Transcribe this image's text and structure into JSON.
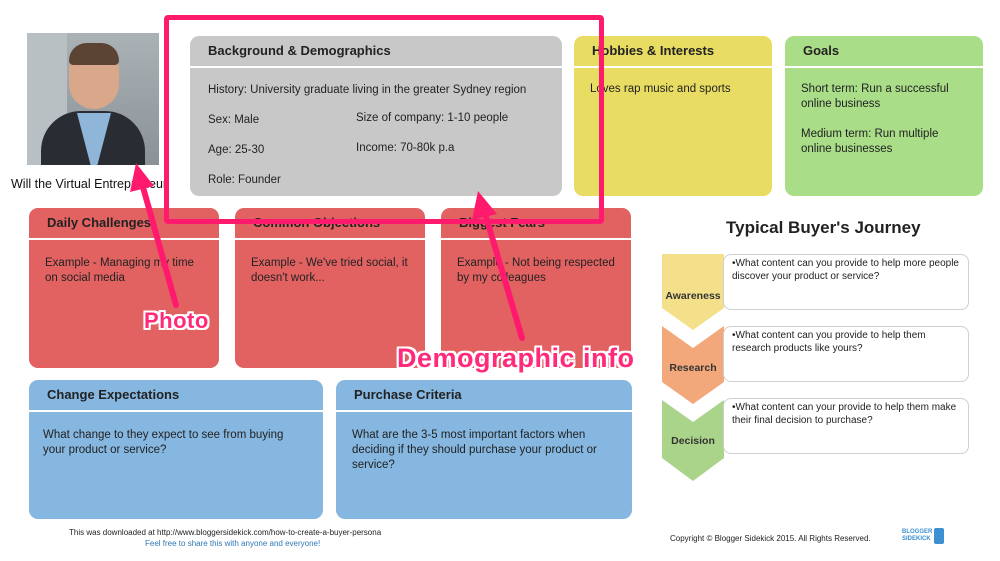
{
  "persona": {
    "name": "Will the Virtual Entrepreneur"
  },
  "background": {
    "title": "Background & Demographics",
    "history": "History: University graduate living in the greater Sydney region",
    "sex": "Sex: Male",
    "company_size": "Size of company: 1-10 people",
    "age": "Age: 25-30",
    "income": "Income: 70-80k p.a",
    "role": "Role: Founder"
  },
  "hobbies": {
    "title": "Hobbies & Interests",
    "text": "Loves rap music and sports"
  },
  "goals": {
    "title": "Goals",
    "short_term": "Short term: Run a successful online business",
    "medium_term": "Medium term: Run multiple online businesses"
  },
  "daily_challenges": {
    "title": "Daily Challenges",
    "text": "Example - Managing my time on social media"
  },
  "common_objections": {
    "title": "Common Objections",
    "text": "Example - We've tried social, it doesn't work..."
  },
  "biggest_fears": {
    "title": "Biggest Fears",
    "text": "Example - Not being respected by my colleagues"
  },
  "change_expectations": {
    "title": "Change Expectations",
    "text": "What change to they expect to see from buying your product or service?"
  },
  "purchase_criteria": {
    "title": "Purchase Criteria",
    "text": "What are the 3-5 most important factors when deciding if they should purchase your product or service?"
  },
  "journey": {
    "title": "Typical Buyer's Journey",
    "stages": [
      {
        "label": "Awareness",
        "text": "•What content can you provide to help more people discover your product or service?",
        "color": "#f4e08a"
      },
      {
        "label": "Research",
        "text": "•What content can you provide to help them research products like yours?",
        "color": "#f2a87a"
      },
      {
        "label": "Decision",
        "text": "•What content can your provide to help them make their final decision to purchase?",
        "color": "#a9d48a"
      }
    ]
  },
  "footer": {
    "download_note": "This was downloaded at http://www.bloggersidekick.com/how-to-create-a-buyer-persona",
    "share_note": "Feel free to share this with anyone and everyone!",
    "copyright": "Copyright © Blogger Sidekick 2015. All Rights Reserved.",
    "logo_line1": "BLOGGER",
    "logo_line2": "SIDEKICK"
  },
  "annotations": {
    "photo": "Photo",
    "demographic": "Demographic info",
    "highlight_color": "#ff1a6e"
  }
}
